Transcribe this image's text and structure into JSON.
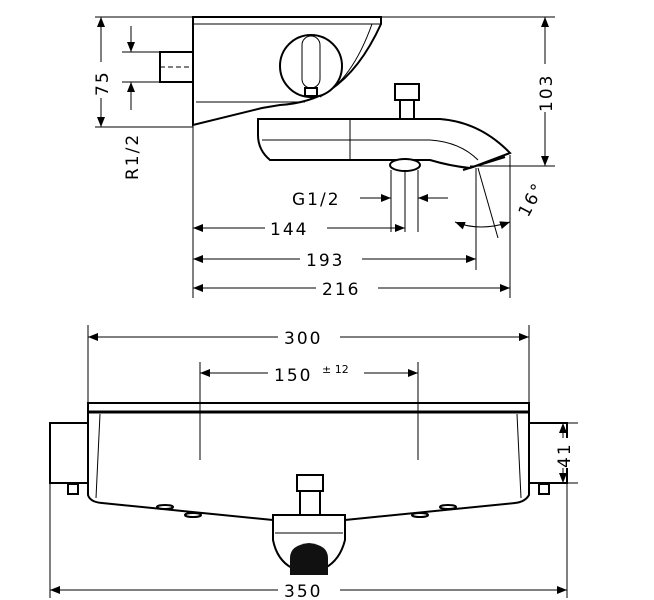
{
  "drawing": {
    "side_view": {
      "dimensions": {
        "height_inlet_spacing": "75",
        "inlet_thread": "R1/2",
        "total_height": "103",
        "outlet_thread": "G1/2",
        "spout_angle": "16°",
        "outlet_offset": "144",
        "spout_reach": "193",
        "total_depth": "216"
      }
    },
    "front_view": {
      "dimensions": {
        "body_width": "300",
        "inlet_spacing": "150",
        "inlet_spacing_tolerance": "± 12",
        "connector_height": "41",
        "total_width": "350"
      }
    },
    "colors": {
      "line": "#000000",
      "background": "#ffffff"
    }
  }
}
